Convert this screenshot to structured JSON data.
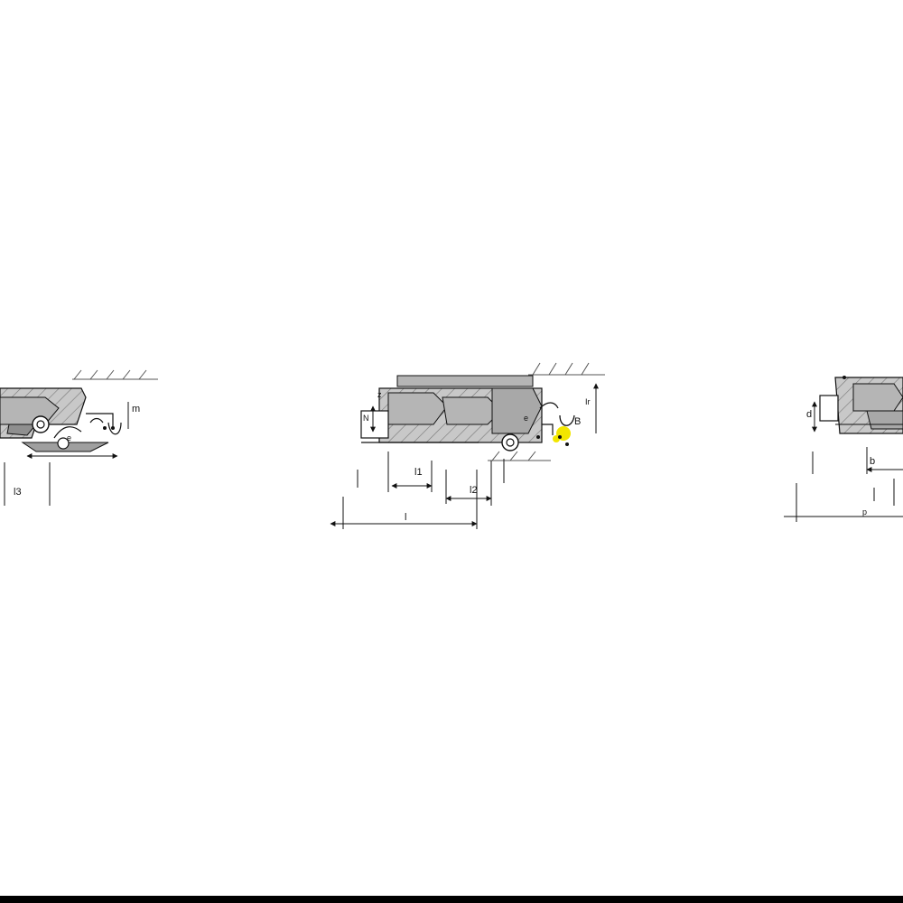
{
  "colors": {
    "background": "#ffffff",
    "metal": "#b5b5b5",
    "metal_dark": "#8f8f8f",
    "line": "#111111",
    "highlight": "#f2e600",
    "bottom_bar": "#000000"
  },
  "views": {
    "left": {
      "labels": {
        "m": "m",
        "e": "e",
        "l3": "l3"
      }
    },
    "center": {
      "labels": {
        "z": "z",
        "n": "N",
        "l1": "l1",
        "l2": "l2",
        "l": "l",
        "b": "B",
        "e": "e",
        "i": "Ir"
      }
    },
    "right": {
      "labels": {
        "d": "d",
        "b": "b",
        "p": "p"
      }
    }
  }
}
